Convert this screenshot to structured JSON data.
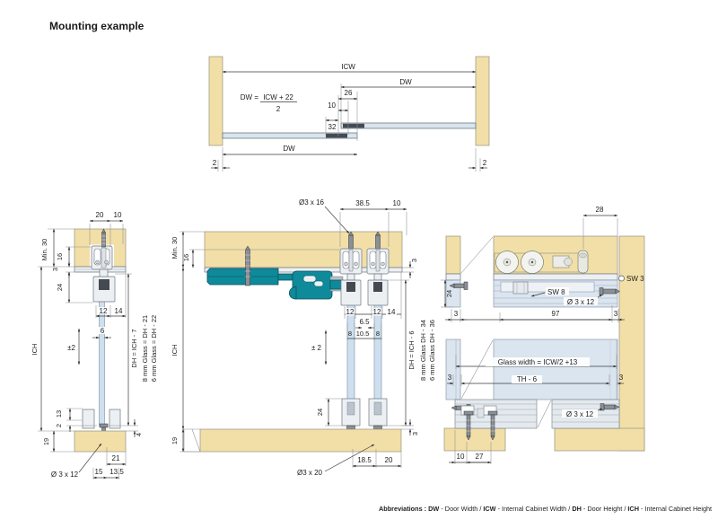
{
  "title": "Mounting example",
  "colors": {
    "wood": "#F2DFA7",
    "glass": "#CEDFEF",
    "teal": "#0F8A9A",
    "line": "#3A3A3A"
  },
  "top_view": {
    "icw": "ICW",
    "dw_upper": "DW",
    "formula_lhs": "DW =",
    "formula_num": "ICW + 22",
    "formula_den": "2",
    "d26": "26",
    "d10": "10",
    "d32": "32",
    "dw_lower": "DW",
    "gap_left": "2",
    "gap_right": "2"
  },
  "front_view": {
    "d20": "20",
    "d10": "10",
    "min30": "Min. 30",
    "d16": "16",
    "d3": "3",
    "d24": "24",
    "d12": "12",
    "d14": "14",
    "d6": "6",
    "pm2": "±2",
    "ich": "ICH",
    "dh": "DH = ICH - 7",
    "glass8": "8 mm Glass = DH - 21",
    "glass6": "6 mm Glass = DH - 22",
    "d13": "13",
    "d2": "2",
    "d19": "19",
    "d4": "4",
    "d21": "21",
    "d15": "15",
    "d13_5": "13.5",
    "screw": "Ø 3 x 12"
  },
  "damper_view": {
    "screw_top": "Ø3 x 16",
    "d38_5": "38.5",
    "d10": "10",
    "min30": "Min. 30",
    "d16": "16",
    "d3_top": "3",
    "d12a": "12",
    "d12b": "12",
    "d14": "14",
    "d6_5": "6.5",
    "d8a": "8",
    "d10_5": "10.5",
    "d8b": "8",
    "pm2": "± 2",
    "ich": "ICH",
    "dh": "DH = ICH - 6",
    "glass8": "8 mm Glass DH - 34",
    "glass6": "6 mm Glass DH - 36",
    "d24": "24",
    "d19": "19",
    "d3_bot": "3",
    "d18_5": "18.5",
    "d20": "20",
    "screw_bot": "Ø3 x 20"
  },
  "plan_view": {
    "d28": "28",
    "sw3": "SW 3",
    "sw8": "SW 8",
    "screw_top": "Ø 3 x 12",
    "d24": "24",
    "d3a": "3",
    "d97": "97",
    "d3b": "3",
    "glass_width": "Glass width = ICW/2 +13",
    "d3c": "3",
    "th": "TH - 6",
    "d3d": "3",
    "screw_bot": "Ø 3 x 12",
    "d10": "10",
    "d27": "27"
  },
  "footer": {
    "label": "Abbreviations : ",
    "items": [
      {
        "abbr": "DW",
        "rest": " - Door Width / "
      },
      {
        "abbr": "ICW",
        "rest": " - Internal Cabinet Width / "
      },
      {
        "abbr": "DH",
        "rest": " - Door Height / "
      },
      {
        "abbr": "ICH",
        "rest": " - Internal Cabinet Height"
      }
    ]
  }
}
